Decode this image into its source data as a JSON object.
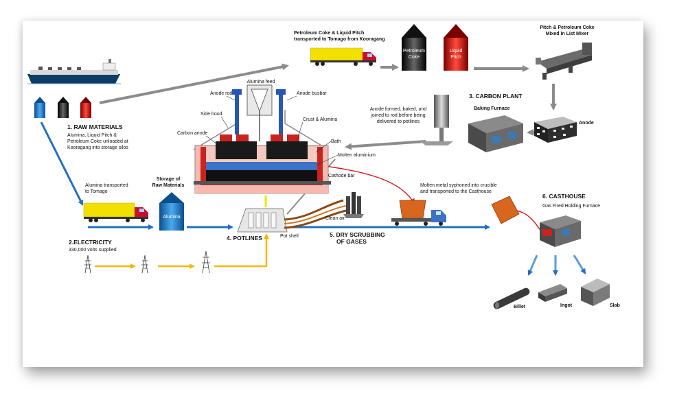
{
  "labels": {
    "raw_materials_title": "1. RAW MATERIALS",
    "raw_materials_desc_1": "Alumina, Liquid Pitch  &",
    "raw_materials_desc_2": "Petroleum Coke unloaded at",
    "raw_materials_desc_3": "Kooragang into storage silos",
    "petcoke_transport_1": "Petroleum Coke & Liquid Pitch",
    "petcoke_transport_2": "transported to Tomago from Kooragang",
    "silo_petroleum_coke_1": "Petroleum",
    "silo_petroleum_coke_2": "Coke",
    "silo_liquid_pitch_1": "Liquid",
    "silo_liquid_pitch_2": "Pitch",
    "mixer_1": "Pitch & Petroleum Coke",
    "mixer_2": "Mixed in List Mixer",
    "carbon_plant": "3.  CARBON PLANT",
    "baking_furnace": "Baking Furnace",
    "anode": "Anode",
    "anode_formed_1": "Anode formed, baked, and",
    "anode_formed_2": "joined to rod before being",
    "anode_formed_3": "delivered to potlines",
    "alumina_feed": "Alumina feed",
    "anode_rod": "Anode rod",
    "anode_busbar": "Anode busbar",
    "side_hood": "Side hood",
    "crust_alumina": "Crust & Alumina",
    "carbon_anode": "Carbon anode",
    "bath": "Bath",
    "molten_aluminium": "Molten aluminium",
    "cathode_bar": "Cathode bar",
    "alumina_transport_1": "Alumina transported",
    "alumina_transport_2": "to Tomago",
    "storage_1": "Storage of",
    "storage_2": "Raw Materials",
    "alumina_silo": "Alumina",
    "electricity_title": "2.ELECTRICITY",
    "electricity_desc": "330,000 volts supplied",
    "potlines": "4. POTLINES",
    "pot_shell": "Pot shell",
    "clean_air": "Clean air",
    "dry_scrubbing_1": "5.  DRY SCRUBBING",
    "dry_scrubbing_2": "OF GASES",
    "molten_metal_1": "Molten metal syphoned into crucible",
    "molten_metal_2": "and transported to the Casthouse",
    "casthouse": "6. CASTHOUSE",
    "holding_furnace": "Gas Fired Holding Furnace",
    "billet": "Billet",
    "ingot": "Ingot",
    "slab": "Slab"
  },
  "colors": {
    "blue_arrow": "#1f6fc4",
    "gray_arrow": "#8c8c8c",
    "yellow_line": "#f5b800",
    "truck_yellow": "#f2e000",
    "truck_red": "#c8102e",
    "molten_red": "#d11a1a",
    "crucible_orange": "#d9661f",
    "silo_blue": "#1e88d8",
    "cell_pink": "#f7b9b0",
    "cell_red": "#c8231e",
    "dark_gray": "#3d3d3d"
  }
}
